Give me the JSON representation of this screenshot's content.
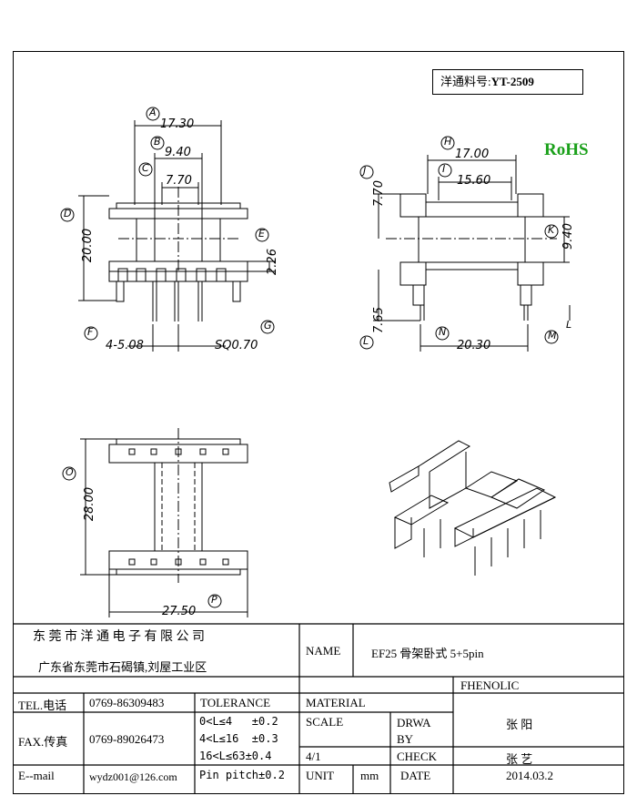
{
  "part_no": {
    "label": "洋通料号:",
    "value": "YT-2509"
  },
  "rohs": "RoHS",
  "front_dims": {
    "a": "17.30",
    "b": "9.40",
    "c": "7.70",
    "d": "20.00",
    "e": "2.26",
    "f": "4-5.08",
    "g": "SQ0.70"
  },
  "side_dims": {
    "h": "17.00",
    "i": "15.60",
    "j": "7.70",
    "k": "9.40",
    "l": "7.65",
    "n": "20.30"
  },
  "top_dims": {
    "o": "28.00",
    "p": "27.50"
  },
  "circle_labels": {
    "a": "A",
    "b": "B",
    "c": "C",
    "d": "D",
    "e": "E",
    "f": "F",
    "g": "G",
    "h": "H",
    "i": "I",
    "j": "J",
    "k": "K",
    "l": "L",
    "m": "M",
    "n": "N",
    "o": "O",
    "p": "P",
    "l2": "L"
  },
  "company": {
    "name": "东 莞 市 洋 通 电 子 有 限 公 司",
    "address": "广东省东莞市石碣镇,刘屋工业区"
  },
  "name": {
    "label": "NAME",
    "value": "EF25 骨架卧式 5+5pin"
  },
  "contact": {
    "tel_label": "TEL.电话",
    "tel": "0769-86309483",
    "fax_label": "FAX.传真",
    "fax": "0769-89026473",
    "email_label": "E--mail",
    "email": "wydz001@126.com"
  },
  "tolerance": {
    "label": "TOLERANCE",
    "rows": [
      "0<L≤4   ±0.2",
      "4<L≤16  ±0.3",
      "16<L≤63±0.4",
      "Pin pitch±0.2"
    ]
  },
  "material": {
    "label": "MATERIAL",
    "value": "FHENOLIC"
  },
  "scale": {
    "label": "SCALE",
    "value": "4/1"
  },
  "drawn": {
    "label": "DRWA BY",
    "value": "张 阳"
  },
  "check": {
    "label": "CHECK",
    "value": "张 艺"
  },
  "unit": {
    "label": "UNIT",
    "value": "mm"
  },
  "date": {
    "label": "DATE",
    "value": "2014.03.2"
  }
}
